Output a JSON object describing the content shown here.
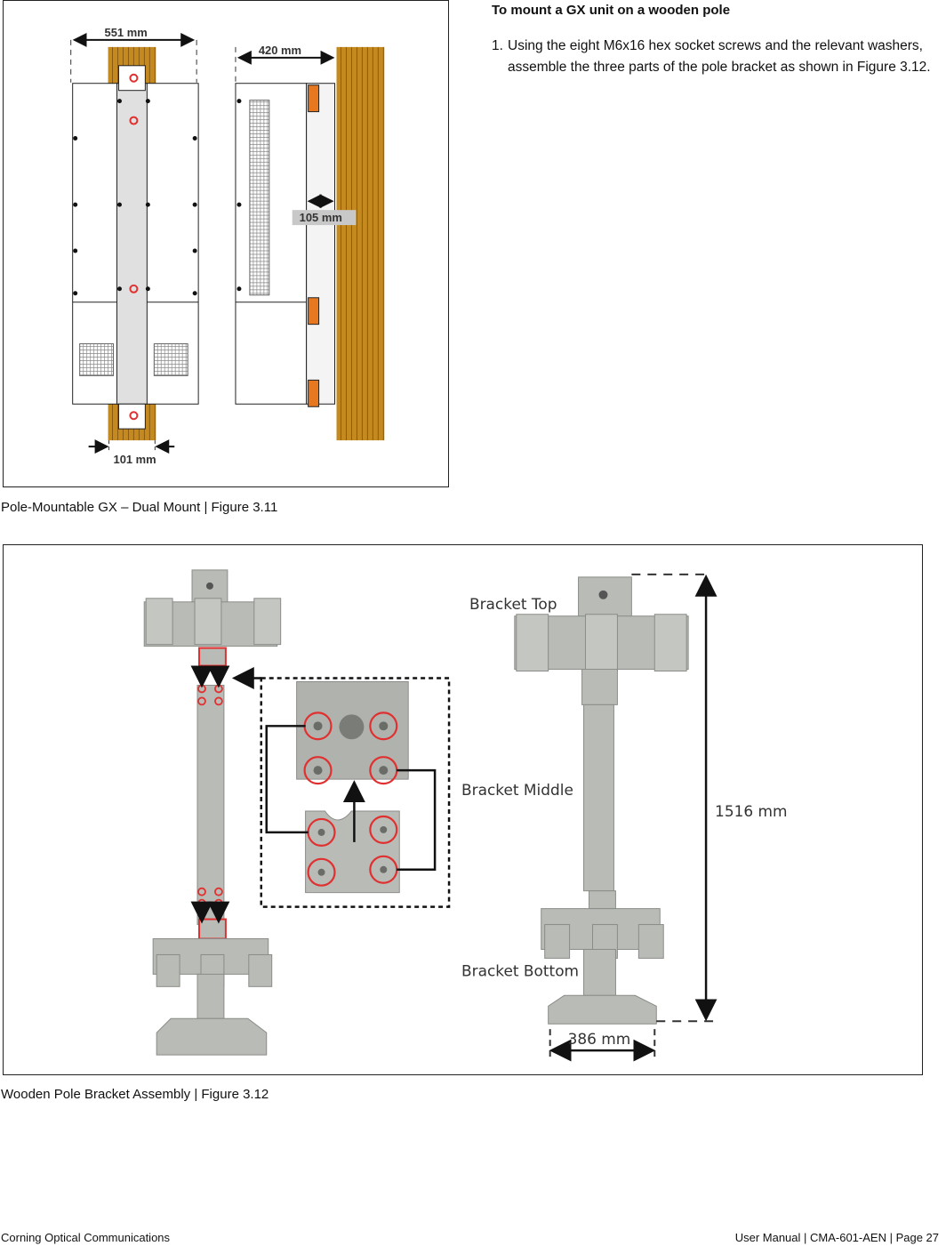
{
  "instructions": {
    "heading": "To mount a GX unit on a wooden pole",
    "step1_number": "1.",
    "step1_text": "Using the eight M6x16 hex socket screws and the relevant washers, assemble the three parts of the pole bracket as shown in Figure 3.12."
  },
  "figure_3_11": {
    "caption": "Pole-Mountable GX – Dual Mount | Figure 3.11",
    "dim_width": "551 mm",
    "dim_depth": "420 mm",
    "dim_gap": "105 mm",
    "dim_pole": "101 mm"
  },
  "figure_3_12": {
    "caption": "Wooden Pole Bracket Assembly | Figure 3.12",
    "label_top": "Bracket Top",
    "label_middle": "Bracket Middle",
    "label_bottom": "Bracket Bottom",
    "dim_height": "1516 mm",
    "dim_width": "386 mm"
  },
  "footer": {
    "left": "Corning Optical Communications",
    "right": "User Manual | CMA-601-AEN | Page 27"
  },
  "colors": {
    "wood": "#c58a1f",
    "highlight": "#e03030",
    "bracket": "#b9bbb6",
    "frame": "#222222"
  }
}
